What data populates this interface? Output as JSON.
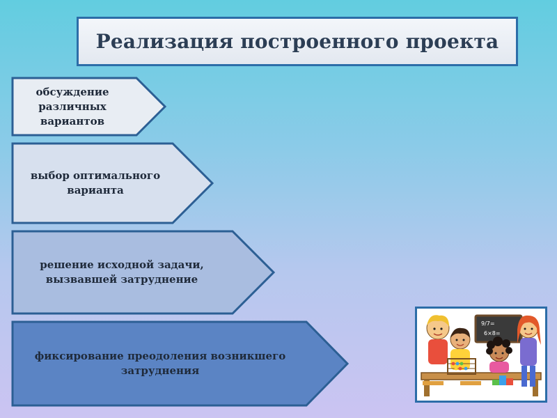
{
  "title": "Реализация построенного проекта",
  "steps": [
    {
      "label": "обсуждение различных вариантов",
      "fill": "#e8edf3"
    },
    {
      "label": "выбор оптимального варианта",
      "fill": "#d7e0ee"
    },
    {
      "label": "решение исходной задачи, вызвавшей затруднение",
      "fill": "#a9bde0"
    },
    {
      "label": "фиксирование преодоления возникшего затруднения",
      "fill": "#5b84c4"
    }
  ],
  "picture": {
    "icon": "children-math-clipart-icon"
  },
  "colors": {
    "border": "#2c6da8",
    "title_text": "#2c3e55"
  }
}
